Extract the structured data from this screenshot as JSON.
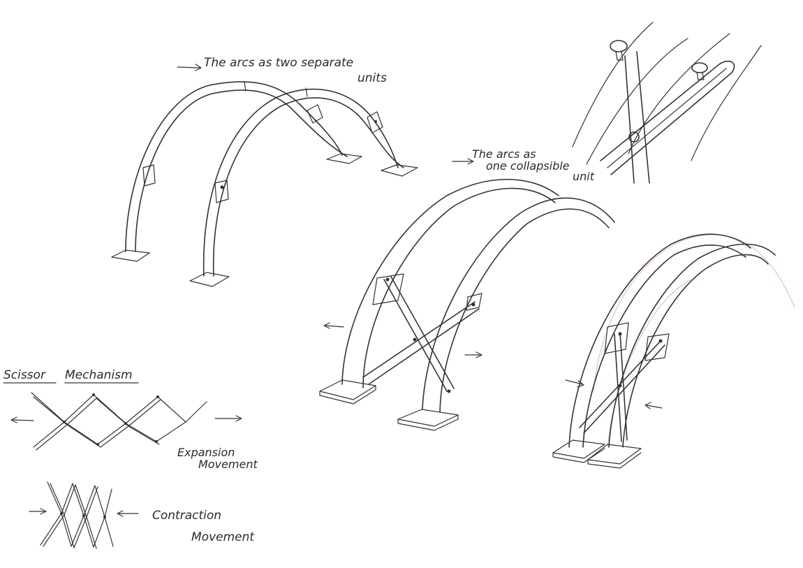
{
  "labels": {
    "arcs_separate_line1": "The arcs as two separate",
    "arcs_separate_line2": "units",
    "arcs_collapsible_line1": "The arcs as",
    "arcs_collapsible_line2": "one collapsible",
    "arcs_collapsible_line3": "unit",
    "scissor_word1": "Scissor",
    "scissor_word2": "Mechanism",
    "expansion_line1": "Expansion",
    "expansion_line2": "Movement",
    "contraction_line1": "Contraction",
    "contraction_line2": "Movement"
  },
  "colors": {
    "ink": "#333333",
    "paper": "#ffffff",
    "pencil_red": "#e8b4b4"
  },
  "icons": [
    "arrow-right-icon",
    "arrow-left-icon"
  ]
}
